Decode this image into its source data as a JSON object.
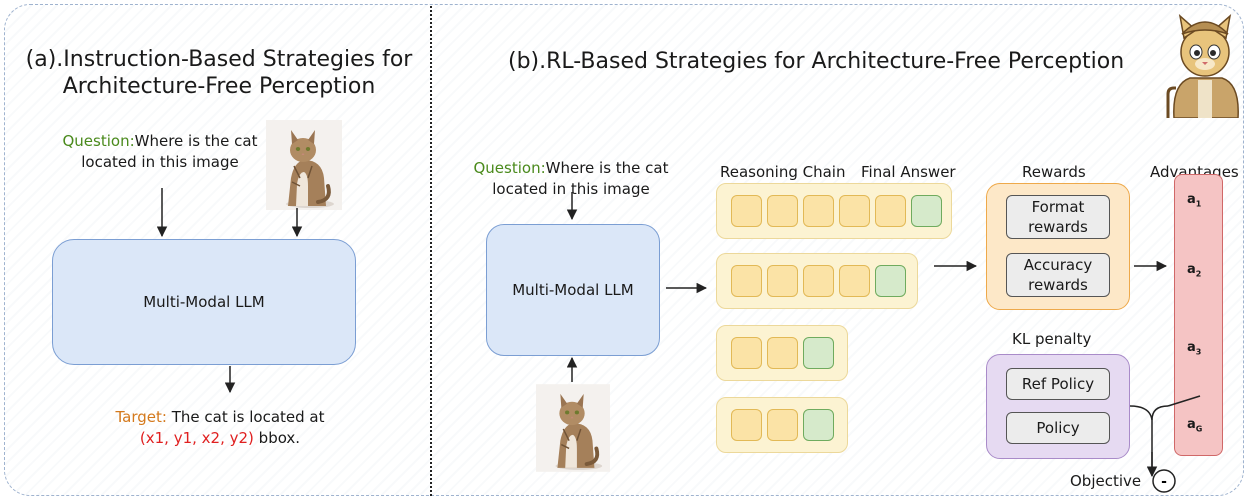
{
  "panel_a": {
    "title_line1": "(a).Instruction-Based Strategies for",
    "title_line2": "Architecture-Free Perception",
    "question_label": "Question:",
    "question_text_line1": "Where is the cat",
    "question_text_line2": "located in this image",
    "llm_label": "Multi-Modal LLM",
    "target_label": "Target:",
    "target_text_line1": " The cat is located at",
    "target_coords": "(x1, y1, x2, y2)",
    "target_suffix": " bbox."
  },
  "panel_b": {
    "title": "(b).RL-Based Strategies for Architecture-Free Perception",
    "question_label": "Question:",
    "question_text_line1": "Where is the cat",
    "question_text_line2": "located in this image",
    "llm_label": "Multi-Modal LLM",
    "col_reasoning": "Reasoning Chain",
    "col_final": "Final Answer",
    "col_rewards": "Rewards",
    "col_advantages": "Advantages",
    "format_rewards_line1": "Format",
    "format_rewards_line2": "rewards",
    "accuracy_rewards_line1": "Accuracy",
    "accuracy_rewards_line2": "rewards",
    "kl_penalty": "KL penalty",
    "ref_policy": "Ref Policy",
    "policy": "Policy",
    "objective": "Objective",
    "minus_sign": "-",
    "advantages": [
      {
        "base": "a",
        "sub": "1"
      },
      {
        "base": "a",
        "sub": "2"
      },
      {
        "base": "a",
        "sub": "3"
      },
      {
        "base": "a",
        "sub": "G"
      }
    ],
    "chains": [
      {
        "yellow_cells": 5,
        "green_cells": 1
      },
      {
        "yellow_cells": 4,
        "green_cells": 1
      },
      {
        "yellow_cells": 2,
        "green_cells": 1
      },
      {
        "yellow_cells": 2,
        "green_cells": 1
      }
    ]
  },
  "colors": {
    "question_label": "#4a8a1c",
    "target_label": "#d4791c",
    "target_coords": "#e02020",
    "llm_fill": "#dbe7f8",
    "rewards_fill": "#fde8c8",
    "kl_fill": "#e6daf2",
    "advantages_fill": "#f5c4c4"
  }
}
